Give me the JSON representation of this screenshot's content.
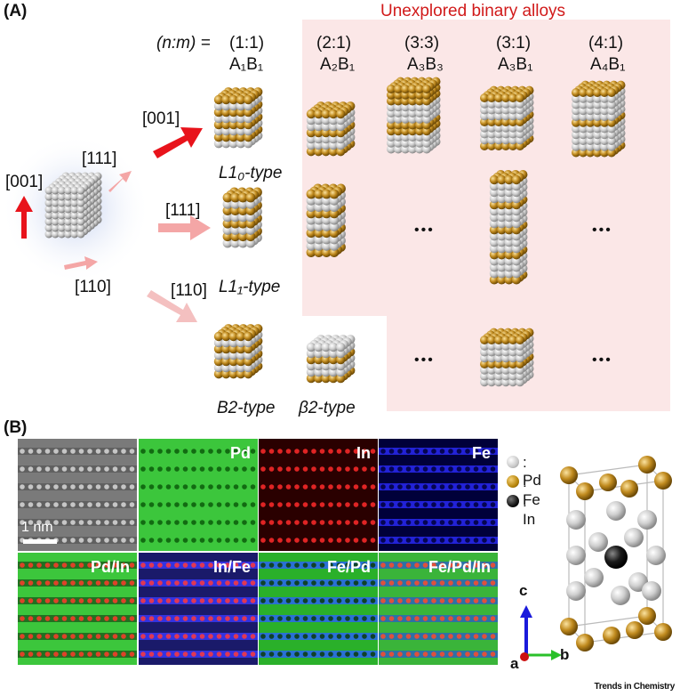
{
  "panel_a": {
    "label": "(A)",
    "header": "Unexplored binary alloys",
    "ratio_label": "(n:m) =",
    "ratios": [
      "(1:1)",
      "(2:1)",
      "(3:3)",
      "(3:1)",
      "(4:1)"
    ],
    "formulas": [
      "A₁B₁",
      "A₂B₁",
      "A₃B₃",
      "A₃B₁",
      "A₄B₁"
    ],
    "directions": {
      "d001_left": "[001]",
      "d111_left": "[111]",
      "d110_left": "[110]",
      "d001_arrow": "[001]",
      "d111_arrow": "[111]",
      "d110_arrow": "[110]"
    },
    "types": [
      "L1₀-type",
      "L1₁-type",
      "B2-type",
      "β2-type"
    ],
    "ellipsis": "•••",
    "colors": {
      "gold": "#c08a1e",
      "silver": "#cfcfcf",
      "pink_bg": "#fbe7e7",
      "arrow_red": "#e8131b",
      "arrow_pink": "#f4a6a6"
    }
  },
  "panel_b": {
    "label": "(B)",
    "scale_bar": "1 nm",
    "panels": [
      "",
      "Pd",
      "In",
      "Fe",
      "Pd/In",
      "In/Fe",
      "Fe/Pd",
      "Fe/Pd/In"
    ],
    "legend": [
      {
        "symbol": ": Pd",
        "color": "#c8c8c8"
      },
      {
        "symbol": ": Fe",
        "color": "#b8860b"
      },
      {
        "symbol": ": In",
        "color": "#111111"
      }
    ],
    "axes": {
      "c": "c",
      "a": "a",
      "b": "b"
    }
  },
  "footer": "Trends in Chemistry"
}
